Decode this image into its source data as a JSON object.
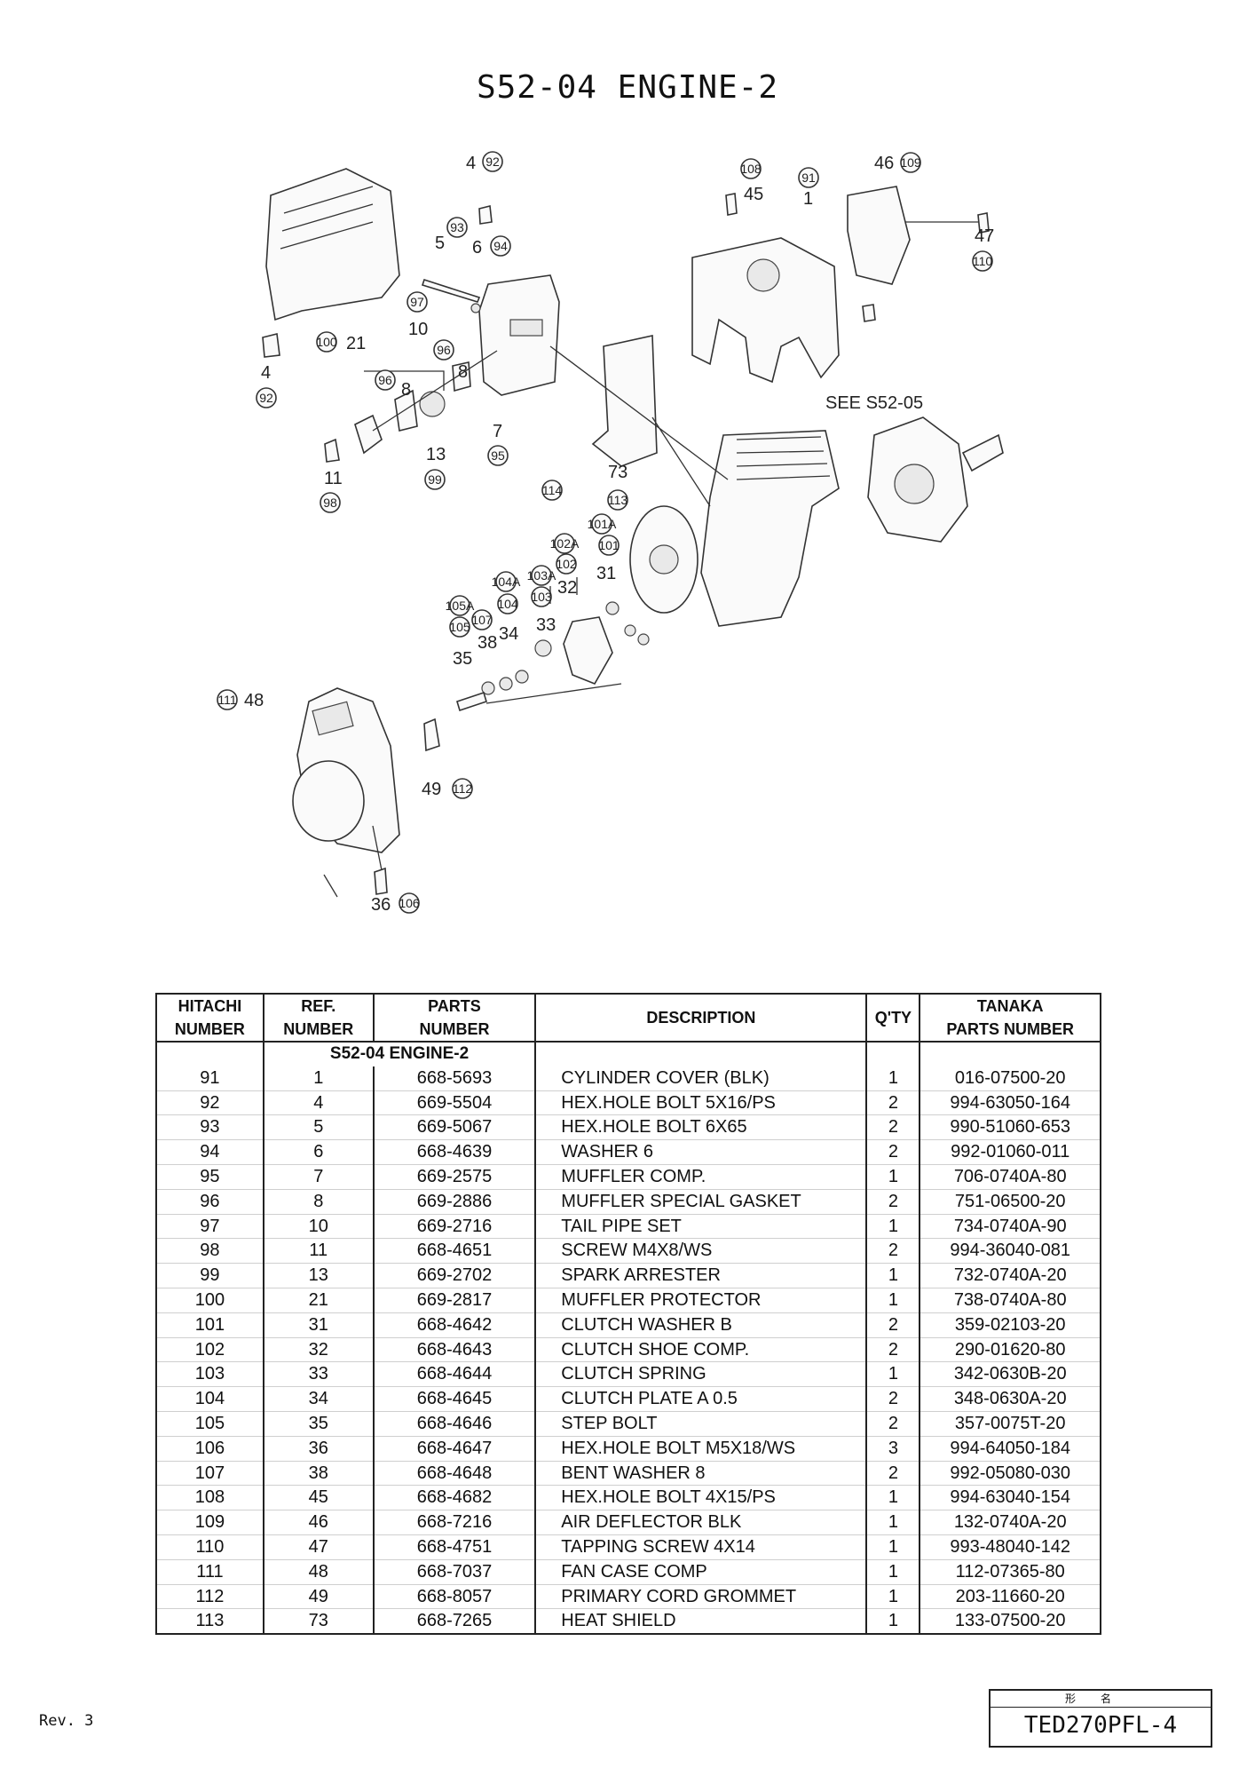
{
  "title": "S52-04 ENGINE-2",
  "diagram": {
    "see_ref": "SEE S52-05",
    "callouts": [
      "92",
      "93",
      "94",
      "97",
      "100",
      "96",
      "96",
      "92",
      "98",
      "99",
      "95",
      "108",
      "91",
      "109",
      "110",
      "114",
      "113",
      "101A",
      "101",
      "102A",
      "102",
      "103A",
      "103",
      "104A",
      "104",
      "105A",
      "105",
      "107",
      "111",
      "112",
      "106"
    ],
    "numbers": [
      "4",
      "5",
      "6",
      "21",
      "10",
      "8",
      "8",
      "4",
      "11",
      "13",
      "7",
      "45",
      "1",
      "46",
      "47",
      "73",
      "31",
      "32",
      "33",
      "34",
      "38",
      "35",
      "48",
      "49",
      "36"
    ]
  },
  "table": {
    "headers": {
      "hitachi": [
        "HITACHI",
        "NUMBER"
      ],
      "ref": [
        "REF.",
        "NUMBER"
      ],
      "parts": [
        "PARTS",
        "NUMBER"
      ],
      "description": "DESCRIPTION",
      "qty": "Q'TY",
      "tanaka": [
        "TANAKA",
        "PARTS NUMBER"
      ]
    },
    "section": "S52-04 ENGINE-2",
    "rows": [
      [
        "91",
        "1",
        "668-5693",
        "CYLINDER COVER (BLK)",
        "1",
        "016-07500-20"
      ],
      [
        "92",
        "4",
        "669-5504",
        "HEX.HOLE BOLT 5X16/PS",
        "2",
        "994-63050-164"
      ],
      [
        "93",
        "5",
        "669-5067",
        "HEX.HOLE BOLT 6X65",
        "2",
        "990-51060-653"
      ],
      [
        "94",
        "6",
        "668-4639",
        "WASHER 6",
        "2",
        "992-01060-011"
      ],
      [
        "95",
        "7",
        "669-2575",
        "MUFFLER COMP.",
        "1",
        "706-0740A-80"
      ],
      [
        "96",
        "8",
        "669-2886",
        "MUFFLER SPECIAL GASKET",
        "2",
        "751-06500-20"
      ],
      [
        "97",
        "10",
        "669-2716",
        "TAIL PIPE SET",
        "1",
        "734-0740A-90"
      ],
      [
        "98",
        "11",
        "668-4651",
        "SCREW M4X8/WS",
        "2",
        "994-36040-081"
      ],
      [
        "99",
        "13",
        "669-2702",
        "SPARK ARRESTER",
        "1",
        "732-0740A-20"
      ],
      [
        "100",
        "21",
        "669-2817",
        "MUFFLER PROTECTOR",
        "1",
        "738-0740A-80"
      ],
      [
        "101",
        "31",
        "668-4642",
        "CLUTCH WASHER B",
        "2",
        "359-02103-20"
      ],
      [
        "102",
        "32",
        "668-4643",
        "CLUTCH SHOE COMP.",
        "2",
        "290-01620-80"
      ],
      [
        "103",
        "33",
        "668-4644",
        "CLUTCH SPRING",
        "1",
        "342-0630B-20"
      ],
      [
        "104",
        "34",
        "668-4645",
        "CLUTCH PLATE A 0.5",
        "2",
        "348-0630A-20"
      ],
      [
        "105",
        "35",
        "668-4646",
        "STEP BOLT",
        "2",
        "357-0075T-20"
      ],
      [
        "106",
        "36",
        "668-4647",
        "HEX.HOLE BOLT M5X18/WS",
        "3",
        "994-64050-184"
      ],
      [
        "107",
        "38",
        "668-4648",
        "BENT WASHER 8",
        "2",
        "992-05080-030"
      ],
      [
        "108",
        "45",
        "668-4682",
        "HEX.HOLE BOLT 4X15/PS",
        "1",
        "994-63040-154"
      ],
      [
        "109",
        "46",
        "668-7216",
        "AIR DEFLECTOR BLK",
        "1",
        "132-0740A-20"
      ],
      [
        "110",
        "47",
        "668-4751",
        "TAPPING SCREW 4X14",
        "1",
        "993-48040-142"
      ],
      [
        "111",
        "48",
        "668-7037",
        "FAN CASE COMP",
        "1",
        "112-07365-80"
      ],
      [
        "112",
        "49",
        "668-8057",
        "PRIMARY CORD GROMMET",
        "1",
        "203-11660-20"
      ],
      [
        "113",
        "73",
        "668-7265",
        "HEAT SHIELD",
        "1",
        "133-07500-20"
      ]
    ]
  },
  "footer": {
    "revision": "Rev. 3",
    "model_header": "形名",
    "model": "TED270PFL-4"
  }
}
